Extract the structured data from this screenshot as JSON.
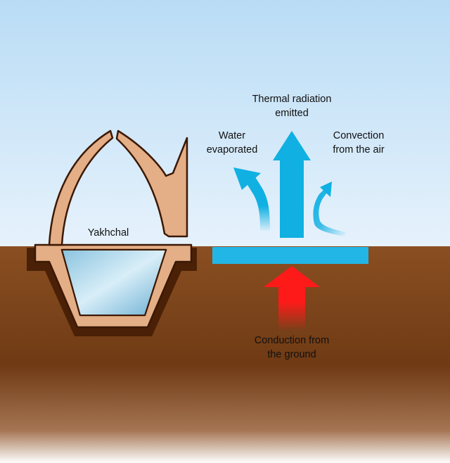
{
  "colors": {
    "sky_top": "#b9dcf5",
    "sky_bottom": "#e6f2fc",
    "ground_top": "#8a4f22",
    "ground_bottom": "#ffffff",
    "building_fill": "#e4ae86",
    "building_outline": "#3b1804",
    "ground_shadow": "#4a2106",
    "ice_pool": "#22b6e6",
    "blue_arrow": "#10b0e2",
    "red_arrow": "#ff1a1a",
    "label_text": "#111111"
  },
  "labels": {
    "yakhchal": "Yakhchal",
    "thermal_radiation": [
      "Thermal radiation",
      "emitted"
    ],
    "water_evaporated": [
      "Water",
      "evaporated"
    ],
    "convection": [
      "Convection",
      "from the air"
    ],
    "conduction": [
      "Conduction from",
      "the ground"
    ]
  }
}
